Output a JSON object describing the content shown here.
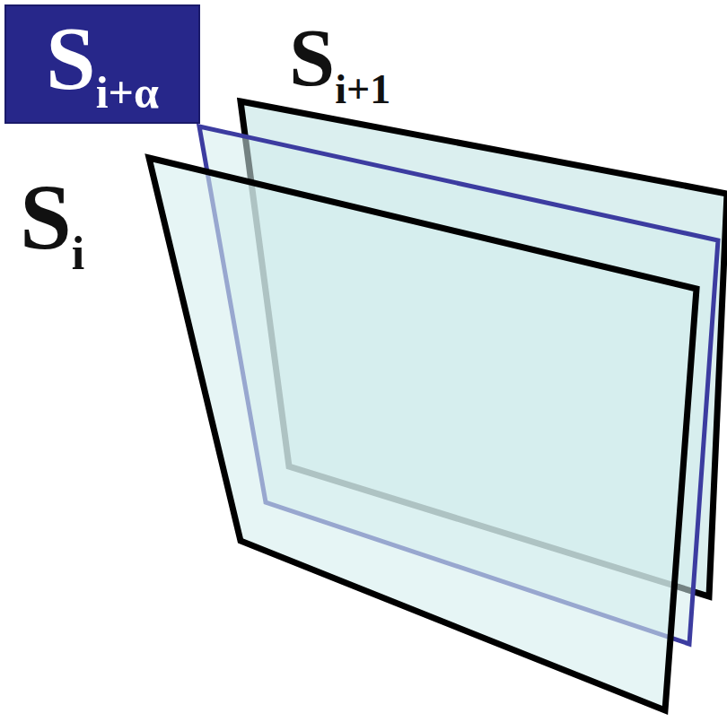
{
  "diagram": {
    "nodes": [
      {
        "text": [
          "Si+α"
        ]
      }
    ],
    "labels": [
      "Si",
      "Si+1"
    ]
  }
}
